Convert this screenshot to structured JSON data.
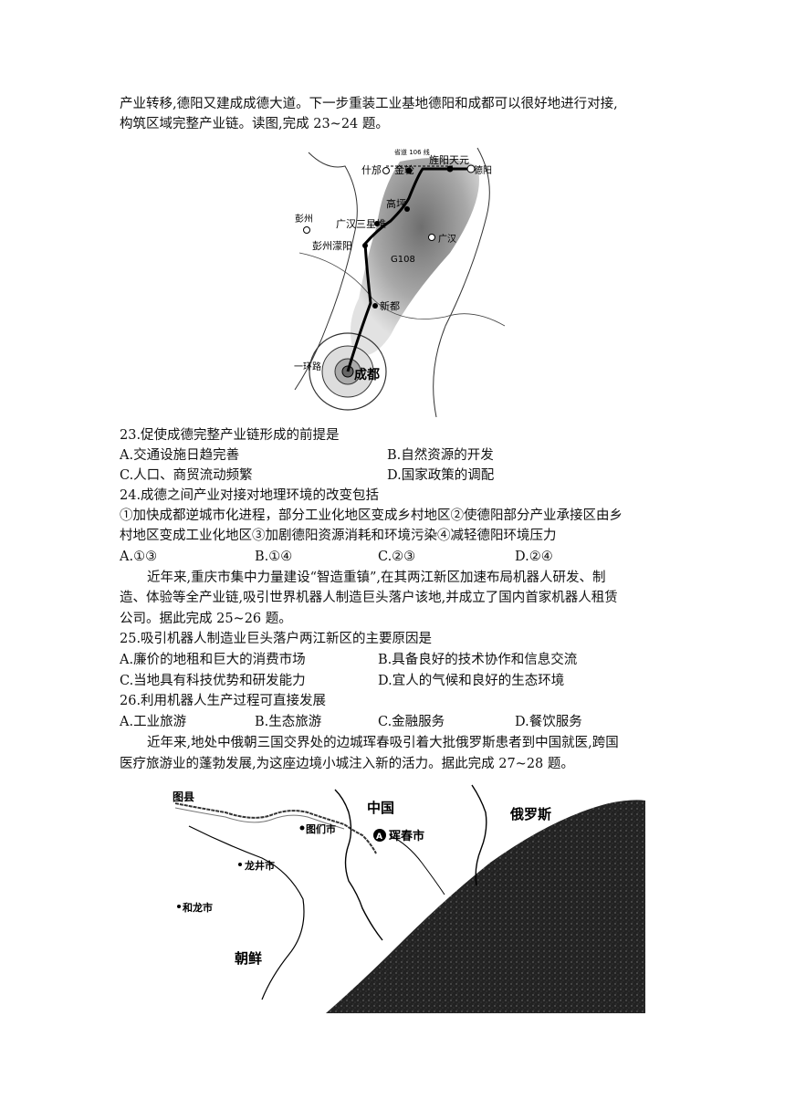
{
  "intro": {
    "line1": "产业转移,德阳又建成成德大道。下一步重装工业基地德阳和成都可以很好地进行对接,",
    "line2": "构筑区域完整产业链。读图,完成 23~24 题。"
  },
  "map1": {
    "labels": {
      "road_106": "省道 106 线",
      "shifang": "什邡",
      "jinlun": "金轮",
      "jingyang": "旌阳天元",
      "deyang": "德阳",
      "gaoping": "高坪",
      "pengzhou": "彭州",
      "sanxingdui": "广汉三星堆",
      "guanghan": "广汉",
      "pengzhou_mengyang": "彭州濛阳",
      "g108": "G108",
      "xindu": "新都",
      "ring1": "一环路",
      "chengdu": "成都"
    }
  },
  "q23": {
    "stem": "23.促使成德完整产业链形成的前提是",
    "a": "A.交通设施日趋完善",
    "b": "B.自然资源的开发",
    "c": "C.人口、商贸流动频繁",
    "d": "D.国家政策的调配"
  },
  "q24": {
    "stem": "24.成德之间产业对接对地理环境的改变包括",
    "items1": "①加快成都逆城市化进程，部分工业化地区变成乡村地区②使德阳部分产业承接区由乡",
    "items2": "村地区变成工业化地区③加剧德阳资源消耗和环境污染④减轻德阳环境压力",
    "a": "A.①③",
    "b": "B.①④",
    "c": "C.②③",
    "d": "D.②④"
  },
  "passage2": {
    "line1": "近年来,重庆市集中力量建设“智造重镇”,在其两江新区加速布局机器人研发、制",
    "line2": "造、体验等全产业链,吸引世界机器人制造巨头落户该地,并成立了国内首家机器人租赁",
    "line3": "公司。据此完成 25~26 题。"
  },
  "q25": {
    "stem": "25.吸引机器人制造业巨头落户两江新区的主要原因是",
    "a": "A.廉价的地租和巨大的消费市场",
    "b": "B.具备良好的技术协作和信息交流",
    "c": "C.当地具有科技优势和研发能力",
    "d": "D.宜人的气候和良好的生态环境"
  },
  "q26": {
    "stem": "26.利用机器人生产过程可直接发展",
    "a": "A.工业旅游",
    "b": "B.生态旅游",
    "c": "C.金融服务",
    "d": "D.餐饮服务"
  },
  "passage3": {
    "line1": "近年来,地处中俄朝三国交界处的边城珲春吸引着大批俄罗斯患者到中国就医,跨国",
    "line2": "医疗旅游业的蓬勃发展,为这座边境小城注入新的活力。据此完成 27~28 题。"
  },
  "map2": {
    "labels": {
      "tuxian": "图县",
      "china": "中国",
      "russia": "俄罗斯",
      "tumen": "图们市",
      "hunchun_marker": "A",
      "hunchun": "珲春市",
      "longjing": "龙井市",
      "helong": "和龙市",
      "korea": "朝鲜"
    }
  }
}
